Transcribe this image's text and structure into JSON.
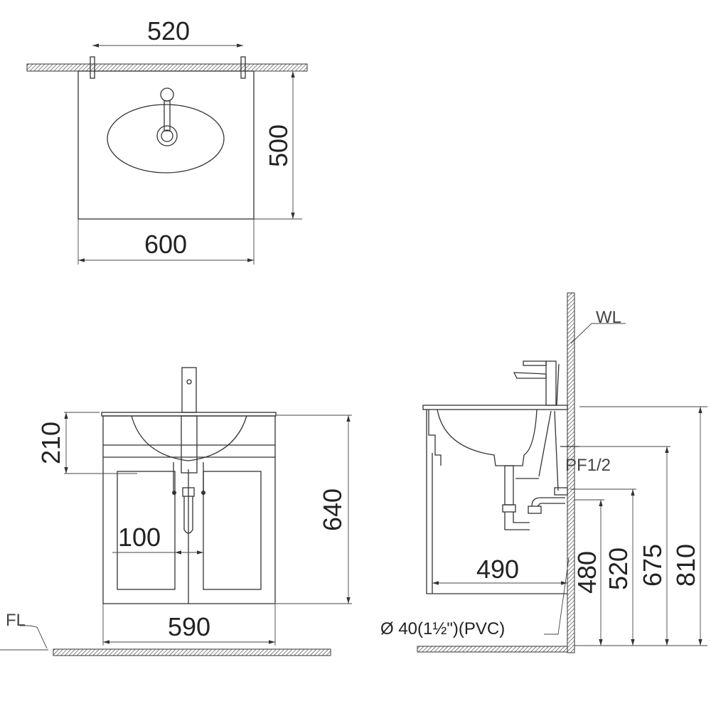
{
  "top_view": {
    "width_label": "600",
    "depth_label": "500",
    "bracket_spacing_label": "520"
  },
  "front_view": {
    "height_label": "640",
    "width_label": "590",
    "basin_depth_label": "210",
    "drain_offset_label": "100",
    "floor_label": "FL"
  },
  "side_view": {
    "wall_label": "WL",
    "supply_label": "PF1/2",
    "depth_label": "490",
    "drain_label": "Ø 40(1½\")(PVC)",
    "heights": [
      "480",
      "520",
      "675",
      "810"
    ]
  },
  "colors": {
    "line": "#333333",
    "background": "#ffffff"
  }
}
